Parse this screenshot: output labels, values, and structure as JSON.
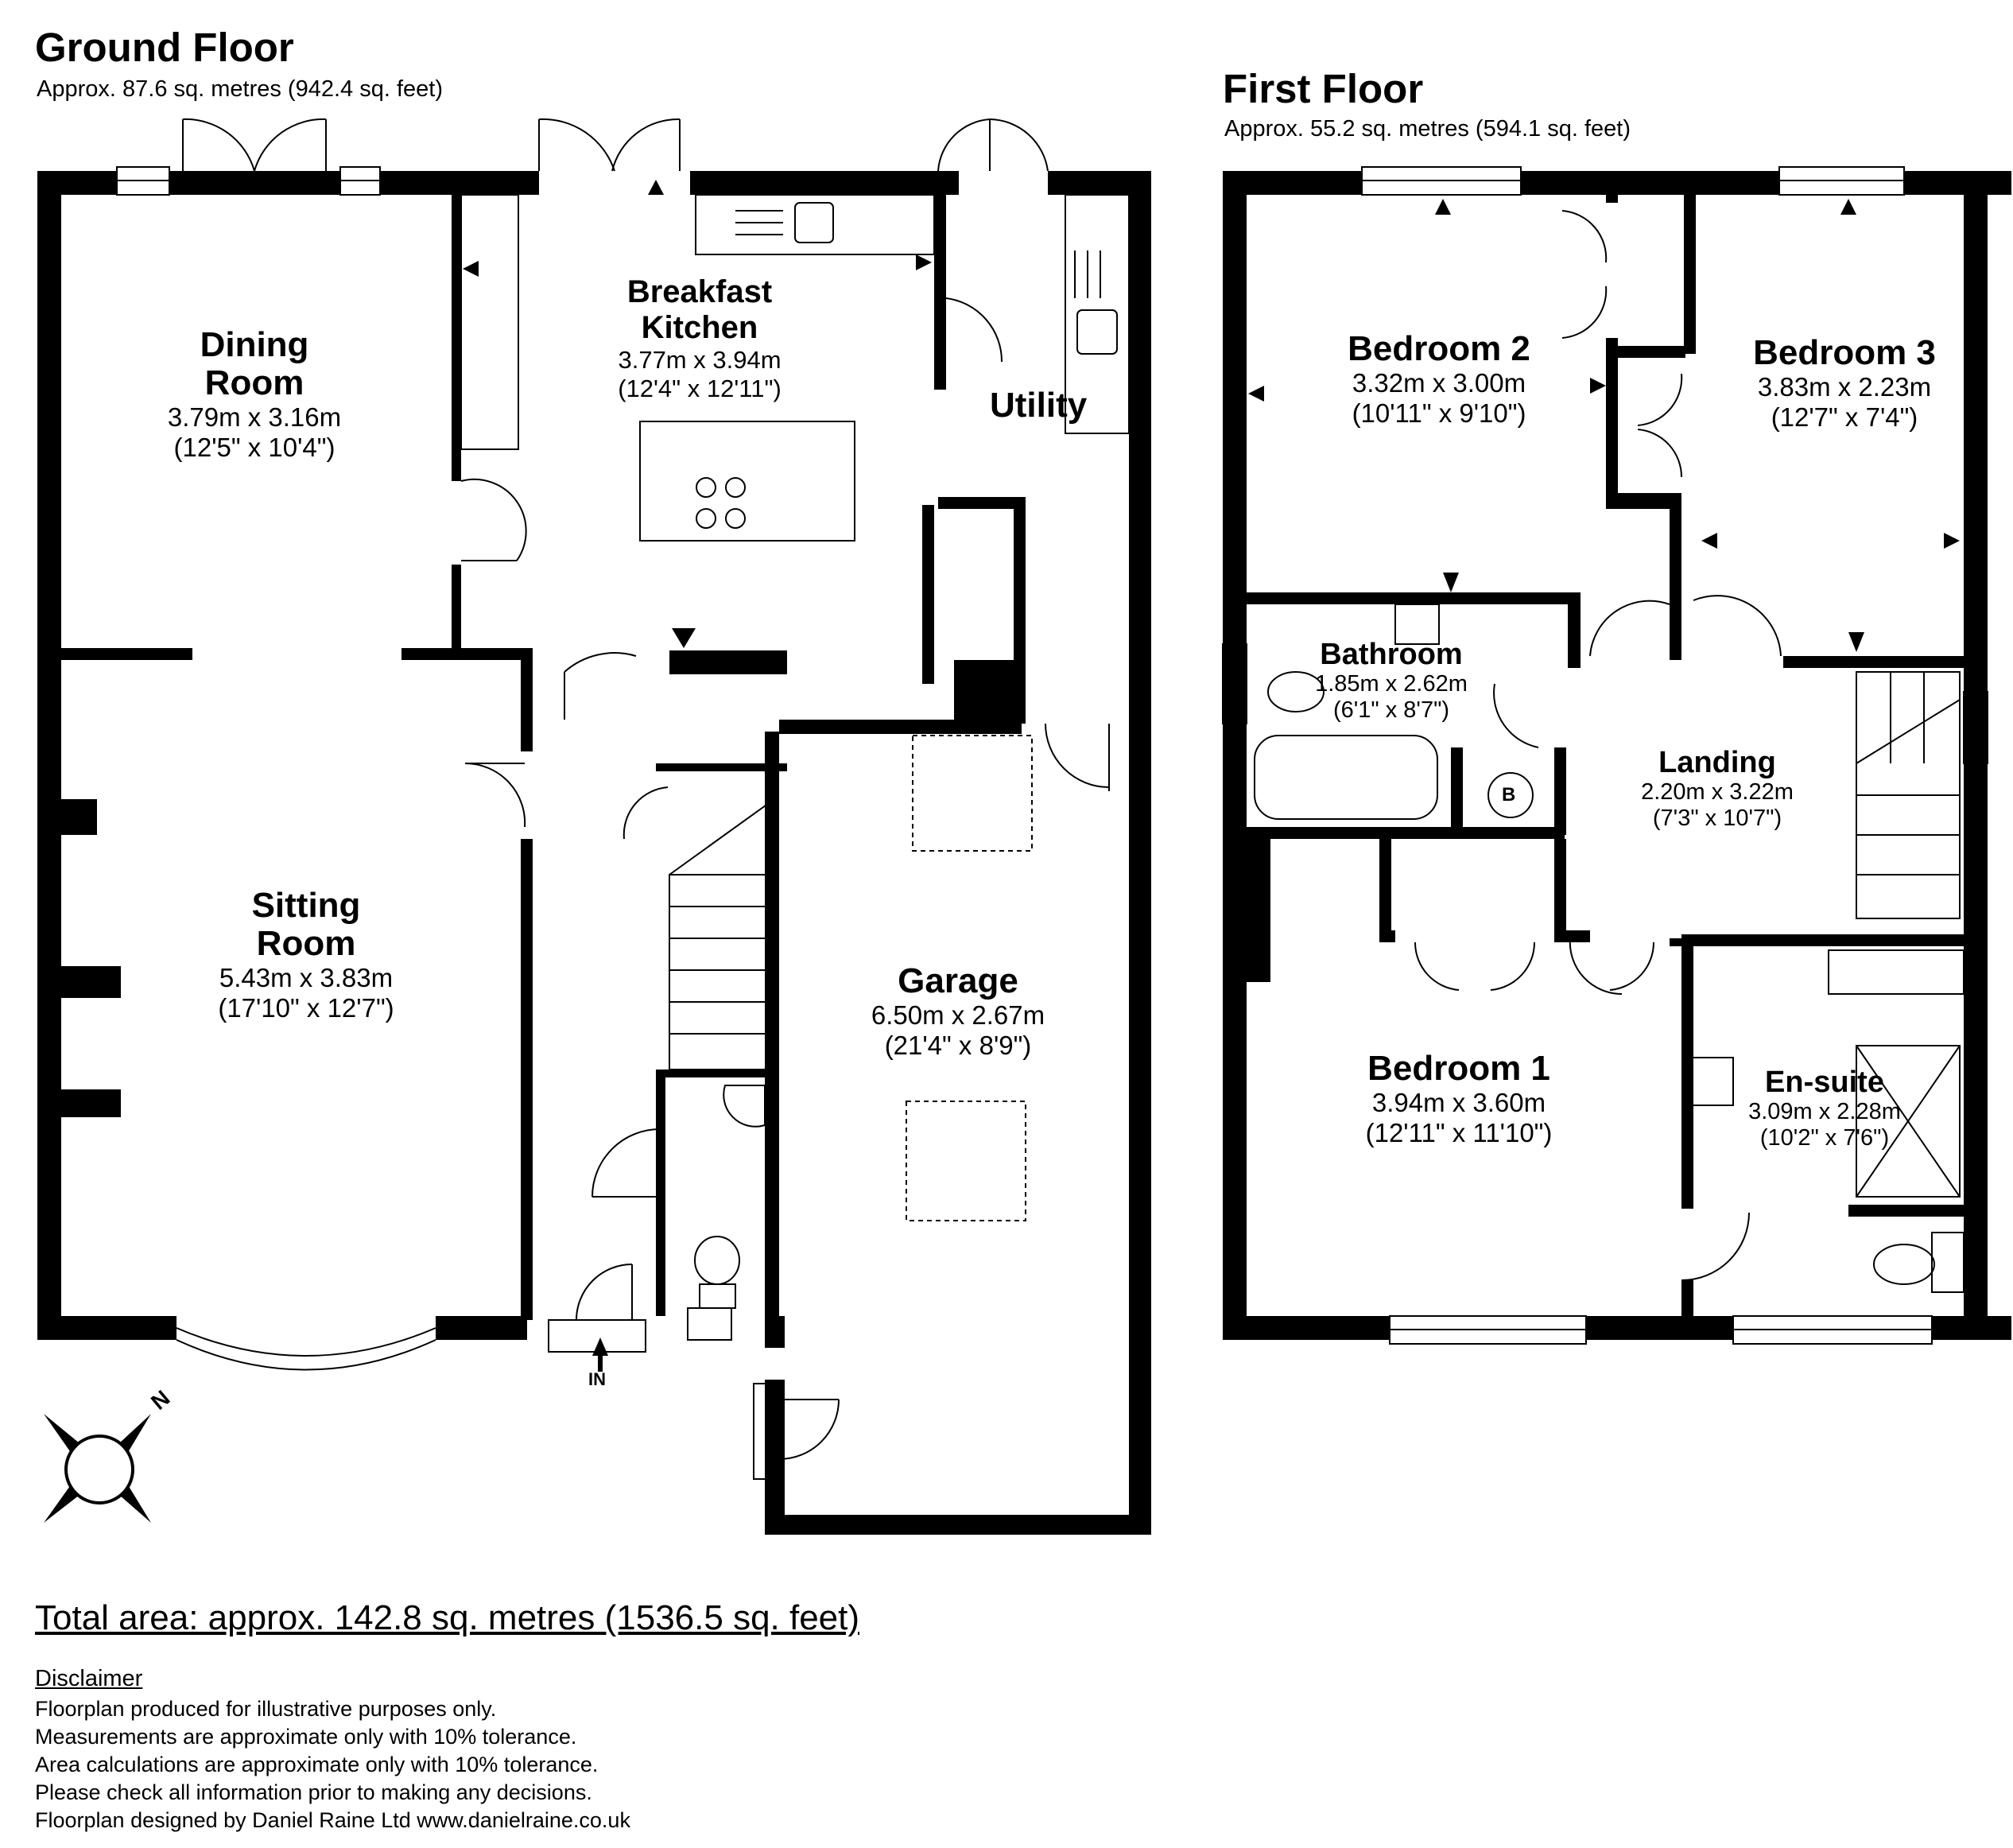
{
  "ground_floor": {
    "title": "Ground Floor",
    "area": "Approx. 87.6 sq. metres (942.4 sq. feet)",
    "rooms": [
      {
        "id": "dining",
        "name": "Dining\nRoom",
        "metric": "3.79m x 3.16m",
        "imperial": "(12'5\" x 10'4\")"
      },
      {
        "id": "kitchen",
        "name": "Breakfast\nKitchen",
        "metric": "3.77m x 3.94m",
        "imperial": "(12'4\" x 12'11\")"
      },
      {
        "id": "utility",
        "name": "Utility",
        "metric": "",
        "imperial": ""
      },
      {
        "id": "sitting",
        "name": "Sitting\nRoom",
        "metric": "5.43m x 3.83m",
        "imperial": "(17'10\" x 12'7\")"
      },
      {
        "id": "garage",
        "name": "Garage",
        "metric": "6.50m x 2.67m",
        "imperial": "(21'4\" x 8'9\")"
      }
    ],
    "entrance_label": "IN",
    "compass_label": "N"
  },
  "first_floor": {
    "title": "First Floor",
    "area": "Approx. 55.2 sq. metres (594.1 sq. feet)",
    "rooms": [
      {
        "id": "bed2",
        "name": "Bedroom 2",
        "metric": "3.32m x 3.00m",
        "imperial": "(10'11\" x 9'10\")"
      },
      {
        "id": "bed3",
        "name": "Bedroom 3",
        "metric": "3.83m x 2.23m",
        "imperial": "(12'7\" x 7'4\")"
      },
      {
        "id": "bathroom",
        "name": "Bathroom",
        "metric": "1.85m x 2.62m",
        "imperial": "(6'1\" x 8'7\")"
      },
      {
        "id": "landing",
        "name": "Landing",
        "metric": "2.20m x 3.22m",
        "imperial": "(7'3\" x 10'7\")"
      },
      {
        "id": "bed1",
        "name": "Bedroom 1",
        "metric": "3.94m x 3.60m",
        "imperial": "(12'11\" x 11'10\")"
      },
      {
        "id": "ensuite",
        "name": "En-suite",
        "metric": "3.09m x 2.28m",
        "imperial": "(10'2\" x 7'6\")"
      }
    ],
    "boiler_label": "B"
  },
  "total_area": "Total area: approx. 142.8 sq. metres (1536.5 sq. feet)",
  "disclaimer": {
    "heading": "Disclaimer",
    "lines": [
      "Floorplan produced for illustrative purposes only.",
      "Measurements are approximate only with 10% tolerance.",
      "Area calculations are approximate only with 10% tolerance.",
      "Please check all information prior to making any decisions.",
      "Floorplan designed by Daniel Raine Ltd www.danielraine.co.uk"
    ]
  },
  "colors": {
    "wall": "#000000",
    "background": "#ffffff",
    "fixture": "#555555"
  }
}
